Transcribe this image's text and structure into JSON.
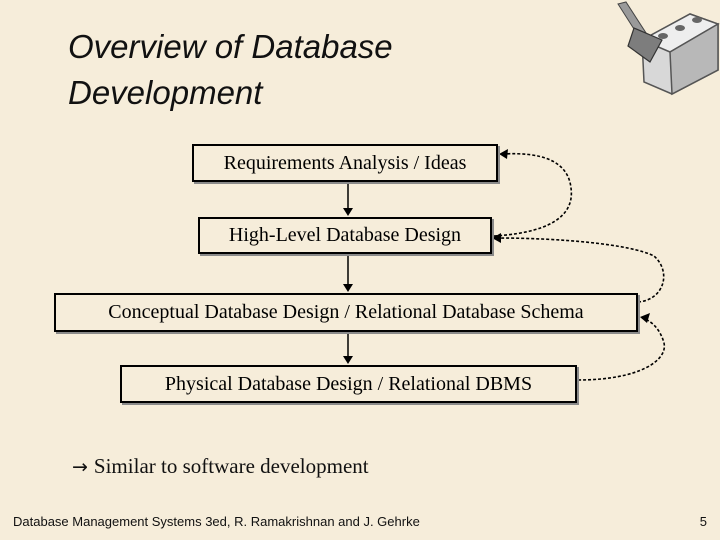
{
  "title": {
    "line1": "Overview of Database",
    "line2": "Development"
  },
  "steps": [
    "Requirements Analysis / Ideas",
    "High-Level Database Design",
    "Conceptual Database Design / Relational Database Schema",
    "Physical Database Design / Relational DBMS"
  ],
  "note": {
    "arrow": "→",
    "text": "Similar to software development"
  },
  "footer": {
    "credit": "Database Management Systems 3ed,  R. Ramakrishnan and J. Gehrke",
    "page": "5"
  },
  "icons": {
    "logo": "trowel-and-brick-icon"
  }
}
